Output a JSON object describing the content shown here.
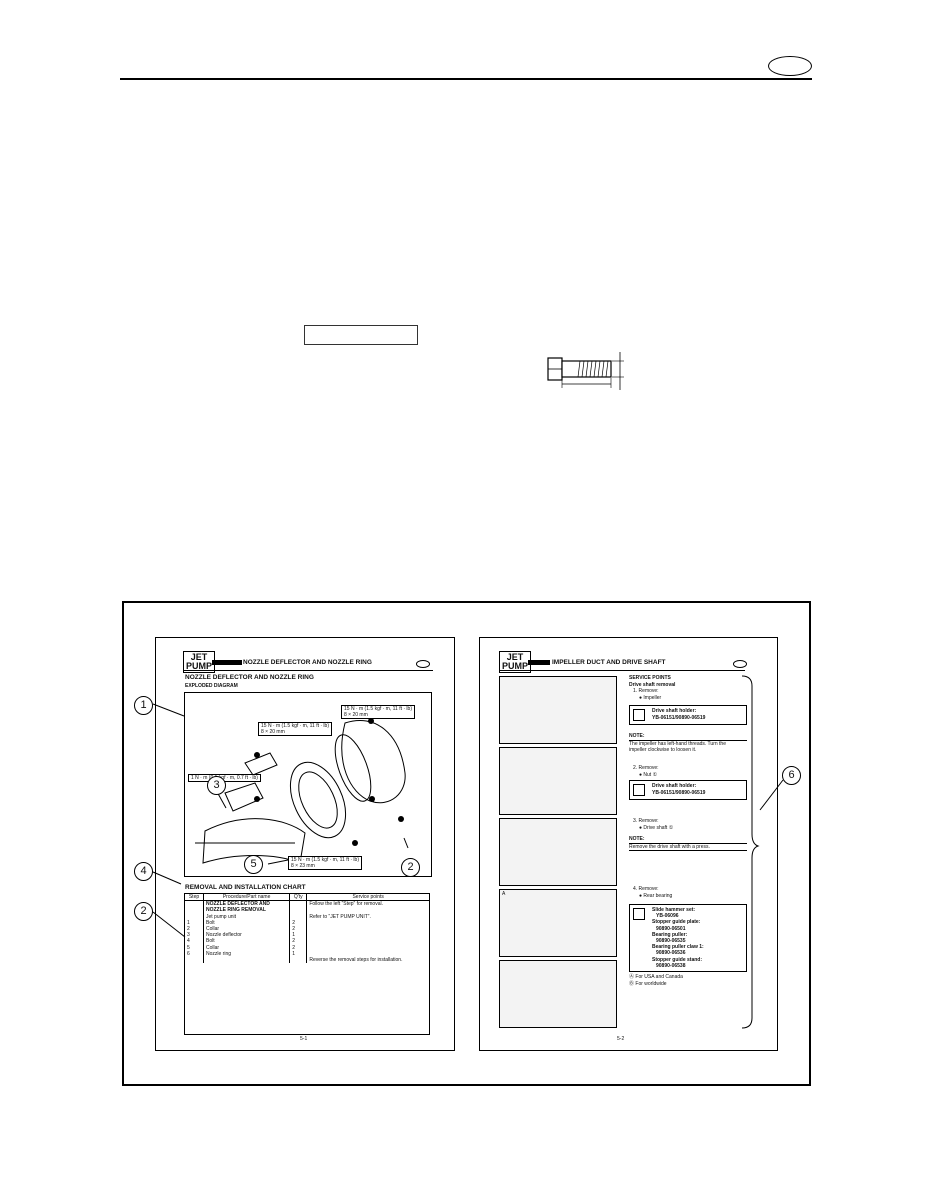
{
  "left_page": {
    "tag_line1": "JET",
    "tag_line2": "PUMP",
    "header_title": "NOZZLE DEFLECTOR AND NOZZLE RING",
    "section_title": "NOZZLE DEFLECTOR AND NOZZLE RING",
    "subtitle": "EXPLODED DIAGRAM",
    "torque_callouts": [
      "15 N · m (1.5 kgf · m, 11 ft · lb)",
      "8 × 20 mm",
      "15 N · m (1.5 kgf · m, 11 ft · lb)",
      "8 × 20 mm",
      "1 N · m (0.1 kgf · m, 0.7 ft · lb)",
      "15 N · m (1.5 kgf · m, 11 ft · lb)",
      "8 × 23 mm"
    ],
    "chart_title": "REMOVAL AND INSTALLATION CHART",
    "table_headers": [
      "Step",
      "Procedure/Part name",
      "Q'ty",
      "Service points"
    ],
    "table_rows": [
      [
        "",
        "NOZZLE DEFLECTOR AND",
        "",
        "Follow the left “Step” for removal."
      ],
      [
        "",
        "NOZZLE RING REMOVAL",
        "",
        ""
      ],
      [
        "",
        "Jet pump unit",
        "",
        "Refer to “JET PUMP UNIT”."
      ],
      [
        "1",
        "Bolt",
        "2",
        ""
      ],
      [
        "2",
        "Collar",
        "2",
        ""
      ],
      [
        "3",
        "Nozzle deflector",
        "1",
        ""
      ],
      [
        "4",
        "Bolt",
        "2",
        ""
      ],
      [
        "5",
        "Collar",
        "2",
        ""
      ],
      [
        "6",
        "Nozzle ring",
        "1",
        ""
      ],
      [
        "",
        "",
        "",
        "Reverse the removal steps for installation."
      ]
    ],
    "page_number": "5-1"
  },
  "right_page": {
    "tag_line1": "JET",
    "tag_line2": "PUMP",
    "header_title": "IMPELLER DUCT AND DRIVE SHAFT",
    "service_points": "SERVICE POINTS",
    "drive_shaft_removal": "Drive shaft removal",
    "step1": "1. Remove:",
    "step1_item": "● Impeller",
    "tool1_name": "Drive shaft holder:",
    "tool1_code": "YB-06151/90890-06519",
    "note1_label": "NOTE:",
    "note1_text_1": "The impeller has left-hand threads. Turn the",
    "note1_text_2": "impeller clockwise to loosen it.",
    "step2": "2. Remove:",
    "step2_item": "● Nut ①",
    "tool2_name": "Drive shaft holder:",
    "tool2_code": "YB-06151/90890-06519",
    "step3": "3. Remove:",
    "step3_item": "● Drive shaft ①",
    "note2_label": "NOTE:",
    "note2_text": "Remove the drive shaft with a press.",
    "step4": "4. Remove:",
    "step4_item": "● Rear bearing",
    "tool3_lines": [
      "Slide hammer set:",
      "YB-06096",
      "Stopper guide plate:",
      "90890-06501",
      "Bearing puller:",
      "90890-06535",
      "Bearing puller claw 1:",
      "90890-06536",
      "Stopper guide stand:",
      "90890-06538"
    ],
    "legend_a": "Ⓐ For USA and Canada",
    "legend_b": "Ⓑ For worldwide",
    "photo_letter": "A",
    "page_number": "5-2"
  },
  "callouts": {
    "c1": "1",
    "c2_left": "2",
    "c3": "3",
    "c4": "4",
    "c5": "5",
    "c2_right": "2",
    "c6": "6"
  }
}
